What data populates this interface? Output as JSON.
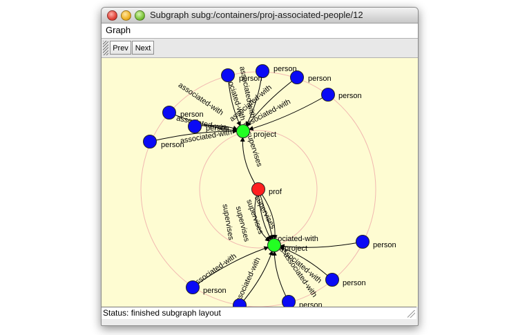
{
  "window": {
    "title": "Subgraph subg:/containers/proj-associated-people/12"
  },
  "menu": {
    "graph": "Graph"
  },
  "toolbar": {
    "prev": "Prev",
    "next": "Next"
  },
  "status": "Status: finished subgraph layout",
  "colors": {
    "canvas_bg": "#fefcd2",
    "ring": "#f1b8b0",
    "prof_node": "#ff1f1f",
    "project_node": "#22ff22",
    "person_node": "#0a0af5",
    "edge": "#000000"
  },
  "graph": {
    "node_labels": {
      "prof": "prof",
      "project": "project",
      "person": "person"
    },
    "edge_labels": {
      "supervises": "supervises",
      "associated_with": "associated-with"
    }
  }
}
